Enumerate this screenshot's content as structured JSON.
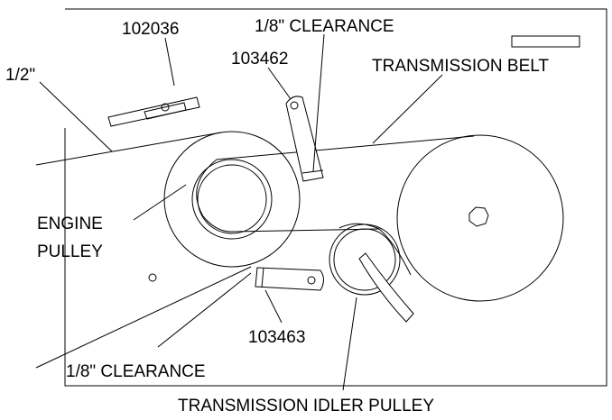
{
  "labels": {
    "part_102036": "102036",
    "clearance_top": "1/8\" CLEARANCE",
    "part_103462": "103462",
    "half_inch": "1/2\"",
    "transmission_belt": "TRANSMISSION BELT",
    "engine_line1": "ENGINE",
    "engine_line2": "PULLEY",
    "part_103463": "103463",
    "clearance_bottom": "1/8\" CLEARANCE",
    "idler_pulley": "TRANSMISSION IDLER PULLEY"
  }
}
